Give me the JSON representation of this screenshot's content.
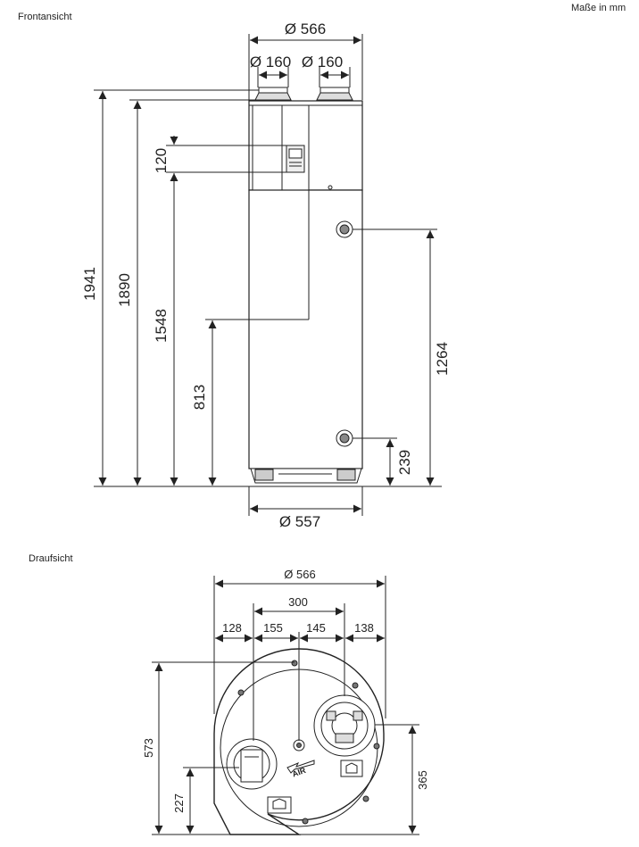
{
  "labels": {
    "front_title": "Frontansicht",
    "units": "Maße in mm",
    "top_title": "Draufsicht"
  },
  "front": {
    "d_top": "Ø 566",
    "d_duct_left": "Ø 160",
    "d_duct_right": "Ø 160",
    "d_bottom": "Ø 557",
    "h_total": "1941",
    "h_body": "1890",
    "h_panel": "120",
    "h_panel_base": "1548",
    "h_lower": "813",
    "h_port_upper": "1264",
    "h_port_lower": "239"
  },
  "top": {
    "d_outer": "Ø 566",
    "span_300": "300",
    "w_128": "128",
    "w_155": "155",
    "w_145": "145",
    "w_138": "138",
    "depth_573": "573",
    "depth_227": "227",
    "depth_365": "365",
    "air_text": "AIR"
  }
}
